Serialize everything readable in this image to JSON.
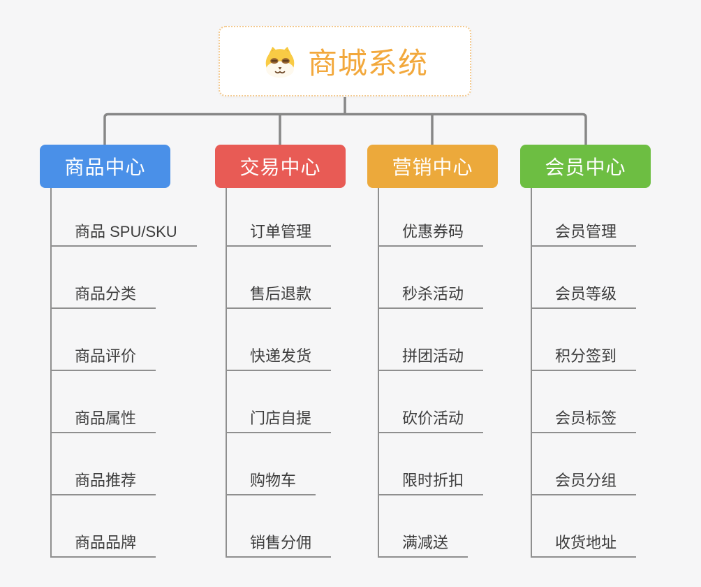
{
  "root": {
    "title": "商城系统",
    "icon": "shiba-dog-icon"
  },
  "colors": {
    "background": "#F6F6F7",
    "root-title": "#F2A83C",
    "root-border": "#F3C98E",
    "connector": "#878787",
    "branch-line": "#8F8F8F",
    "item-text": "#3C3C3C"
  },
  "branches": [
    {
      "id": "product",
      "label": "商品中心",
      "color": "#4A90E8",
      "children": [
        "商品 SPU/SKU",
        "商品分类",
        "商品评价",
        "商品属性",
        "商品推荐",
        "商品品牌"
      ]
    },
    {
      "id": "trade",
      "label": "交易中心",
      "color": "#E85B55",
      "children": [
        "订单管理",
        "售后退款",
        "快递发货",
        "门店自提",
        "购物车",
        "销售分佣"
      ]
    },
    {
      "id": "marketing",
      "label": "营销中心",
      "color": "#ECA93B",
      "children": [
        "优惠券码",
        "秒杀活动",
        "拼团活动",
        "砍价活动",
        "限时折扣",
        "满减送"
      ]
    },
    {
      "id": "member",
      "label": "会员中心",
      "color": "#6DBE42",
      "children": [
        "会员管理",
        "会员等级",
        "积分签到",
        "会员标签",
        "会员分组",
        "收货地址"
      ]
    }
  ]
}
